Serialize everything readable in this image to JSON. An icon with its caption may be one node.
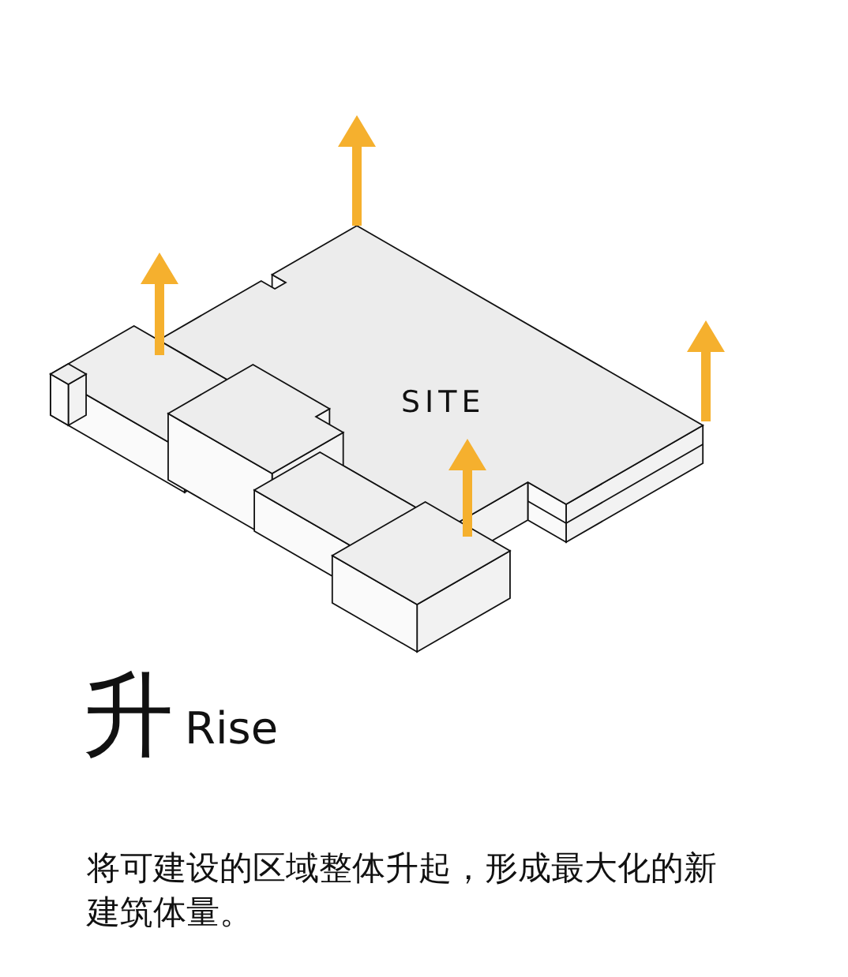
{
  "diagram": {
    "title": "升",
    "labels": [
      "SITE",
      "Rise"
    ],
    "caption": "将可建设的区域整体升起，形成最大化的新建筑体量。"
  }
}
